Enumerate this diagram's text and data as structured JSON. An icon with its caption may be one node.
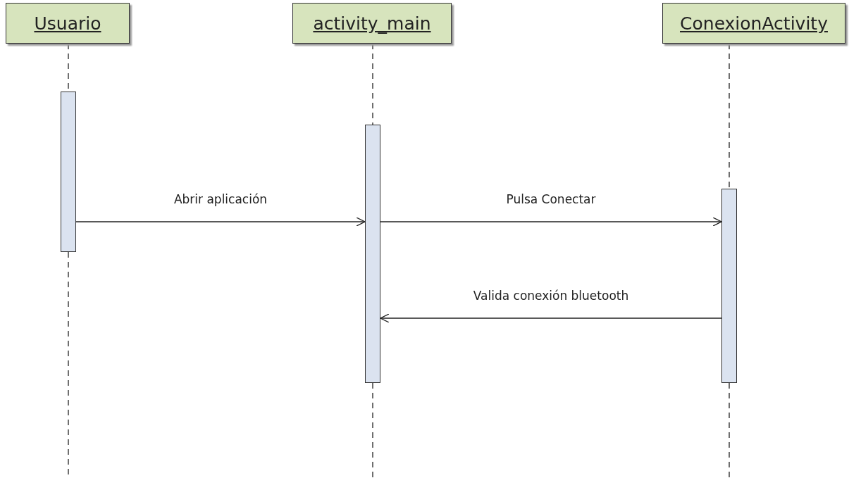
{
  "diagram": {
    "nodes": [
      {
        "text": [
          "Usuario"
        ]
      },
      {
        "text": [
          "activity_main"
        ]
      },
      {
        "text": [
          "ConexionActivity"
        ]
      },
      {
        "text": [],
        "shape": "bar"
      },
      {
        "text": [],
        "shape": "bar"
      },
      {
        "text": [],
        "shape": "bar"
      }
    ],
    "edges": [
      {
        "from": 0,
        "to": 3,
        "arrow": "none",
        "style": "dashed"
      },
      {
        "from": 1,
        "to": 4,
        "arrow": "none",
        "style": "dashed"
      },
      {
        "from": 2,
        "to": 5,
        "arrow": "none",
        "style": "dashed"
      },
      {
        "from": 3,
        "to": 4,
        "arrow": "to",
        "label": "Abrir aplicación"
      },
      {
        "from": 4,
        "to": 5,
        "arrow": "to",
        "label": "Pulsa Conectar"
      },
      {
        "from": 5,
        "to": 4,
        "arrow": "to",
        "label": "Valida conexión bluetooth"
      }
    ]
  }
}
